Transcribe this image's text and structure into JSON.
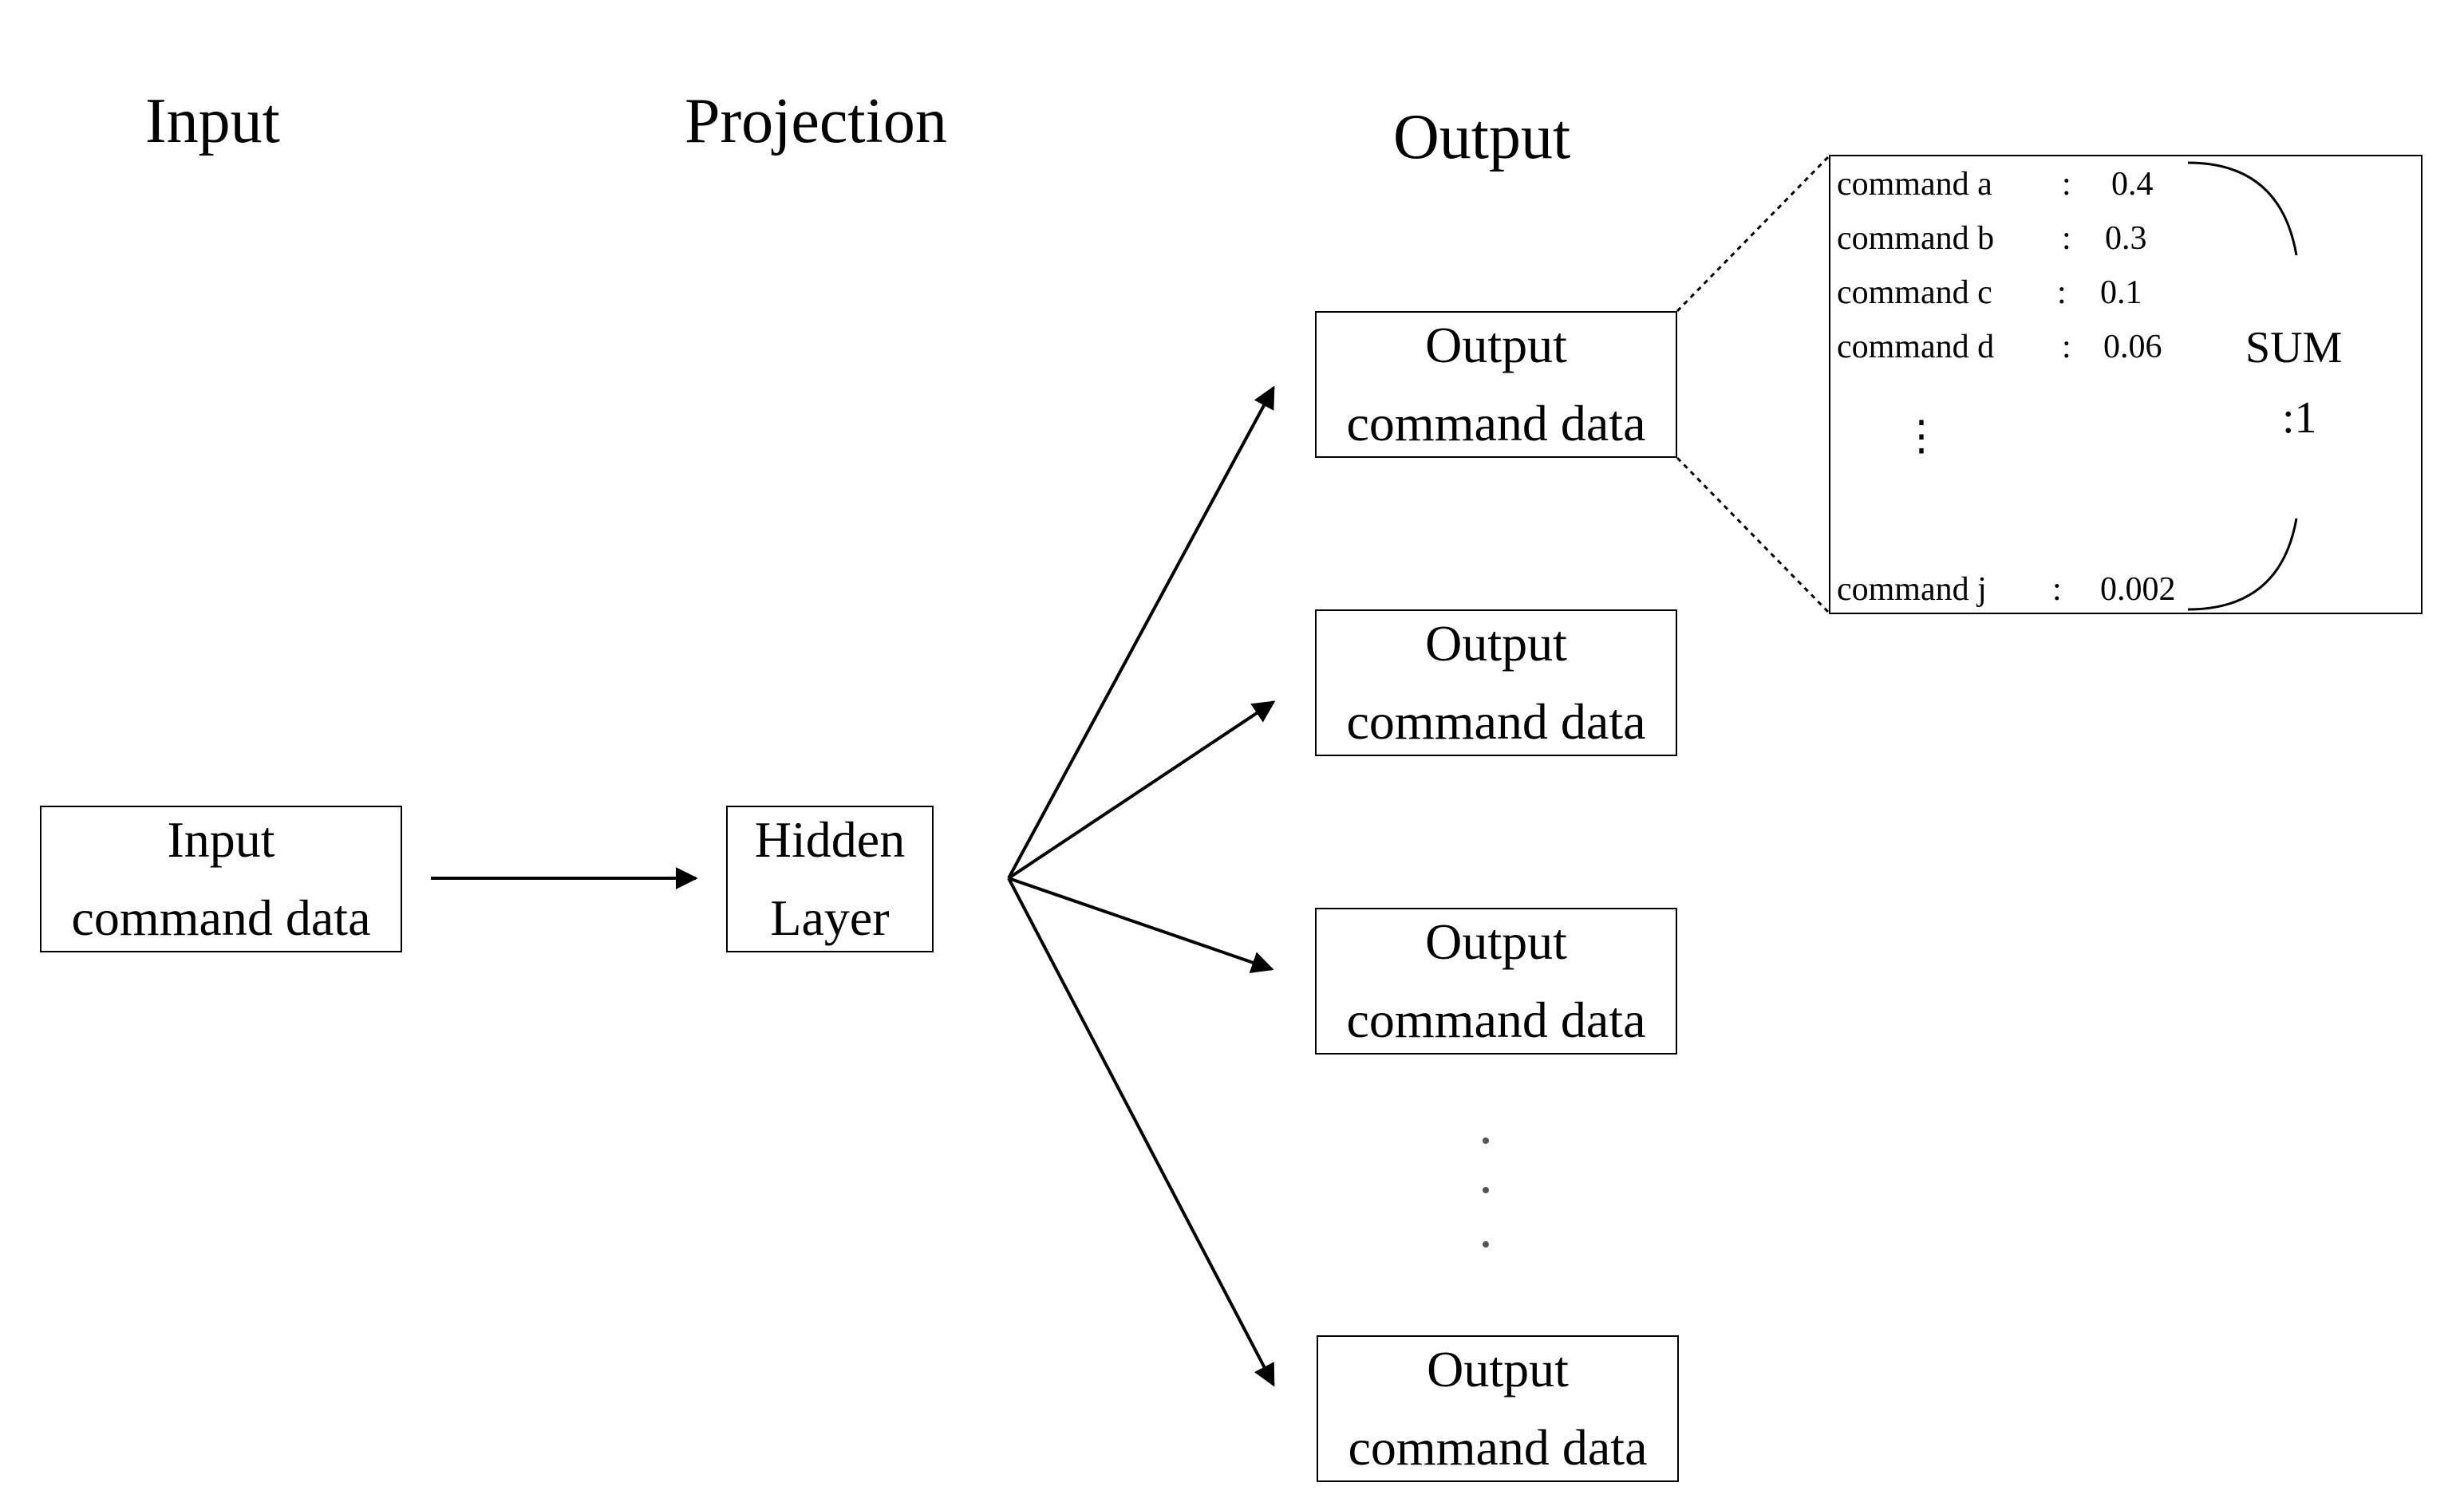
{
  "headings": {
    "input": "Input",
    "projection": "Projection",
    "output": "Output"
  },
  "input_node": {
    "line1": "Input",
    "line2": "command data"
  },
  "hidden_node": {
    "line1": "Hidden",
    "line2": "Layer"
  },
  "output_nodes": [
    {
      "line1": "Output",
      "line2": "command data"
    },
    {
      "line1": "Output",
      "line2": "command data"
    },
    {
      "line1": "Output",
      "line2": "command data"
    },
    {
      "line1": "Output",
      "line2": "command data"
    }
  ],
  "ellipsis": "⋮",
  "detail": {
    "rows": [
      {
        "label": "command a",
        "sep": ":",
        "value": "0.4"
      },
      {
        "label": "command b",
        "sep": ":",
        "value": "0.3"
      },
      {
        "label": "command c",
        "sep": ":",
        "value": "0.1"
      },
      {
        "label": "command d",
        "sep": ":",
        "value": "0.06"
      },
      {
        "label": "command j",
        "sep": ":",
        "value": "0.002"
      }
    ],
    "ellipsis": "⋮",
    "sum_label": "SUM",
    "sum_value": ":1"
  },
  "colors": {
    "stroke": "#000000",
    "dots": "#555555"
  }
}
